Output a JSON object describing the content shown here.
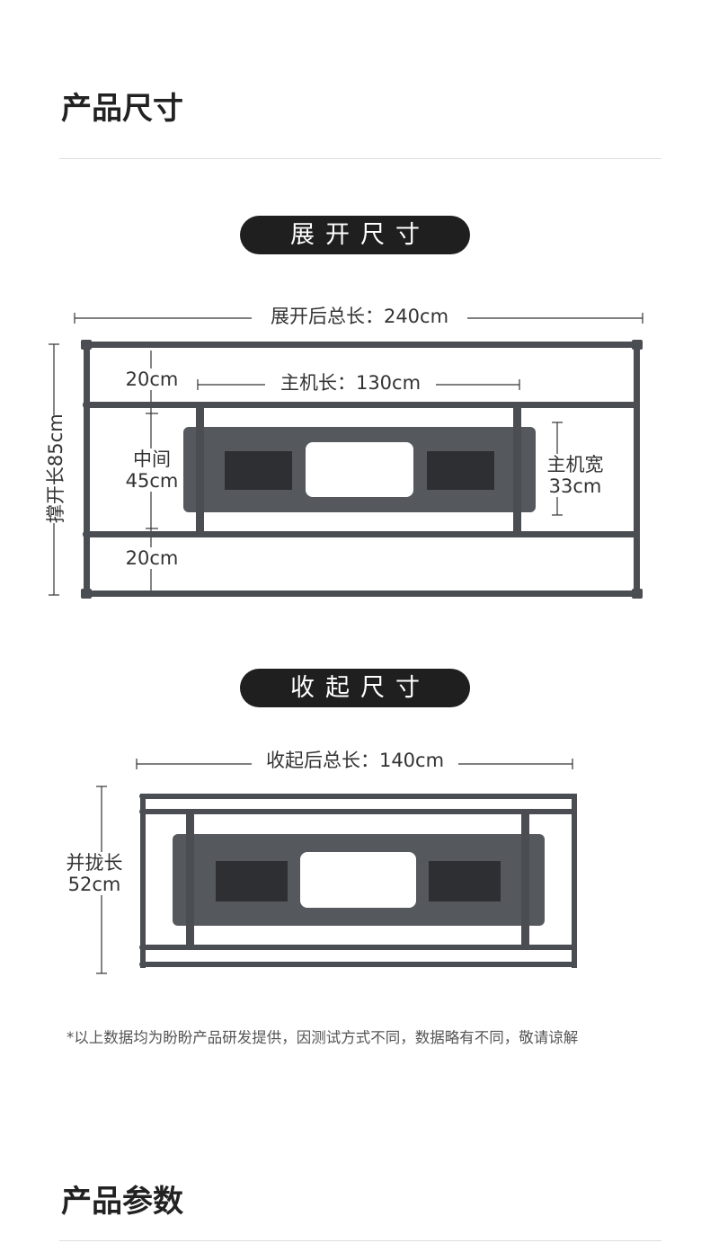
{
  "section1": {
    "title": "产品尺寸"
  },
  "expanded": {
    "pill": "展开尺寸",
    "total_length": "展开后总长：240cm",
    "host_length": "主机长：130cm",
    "gap_top": "20cm",
    "middle_label": "中间",
    "middle_value": "45cm",
    "gap_bottom": "20cm",
    "host_width_label": "主机宽",
    "host_width_value": "33cm",
    "span_length": "撑开长85cm"
  },
  "collapsed": {
    "pill": "收起尺寸",
    "total_length": "收起后总长：140cm",
    "closed_label": "并拢长",
    "closed_value": "52cm"
  },
  "footnote": "*以上数据均为盼盼产品研发提供，因测试方式不同，数据略有不同，敬请谅解",
  "section2": {
    "title": "产品参数"
  },
  "colors": {
    "pill_bg": "#1f1f1f",
    "frame": "#4a4d52",
    "host": "#55585d"
  }
}
